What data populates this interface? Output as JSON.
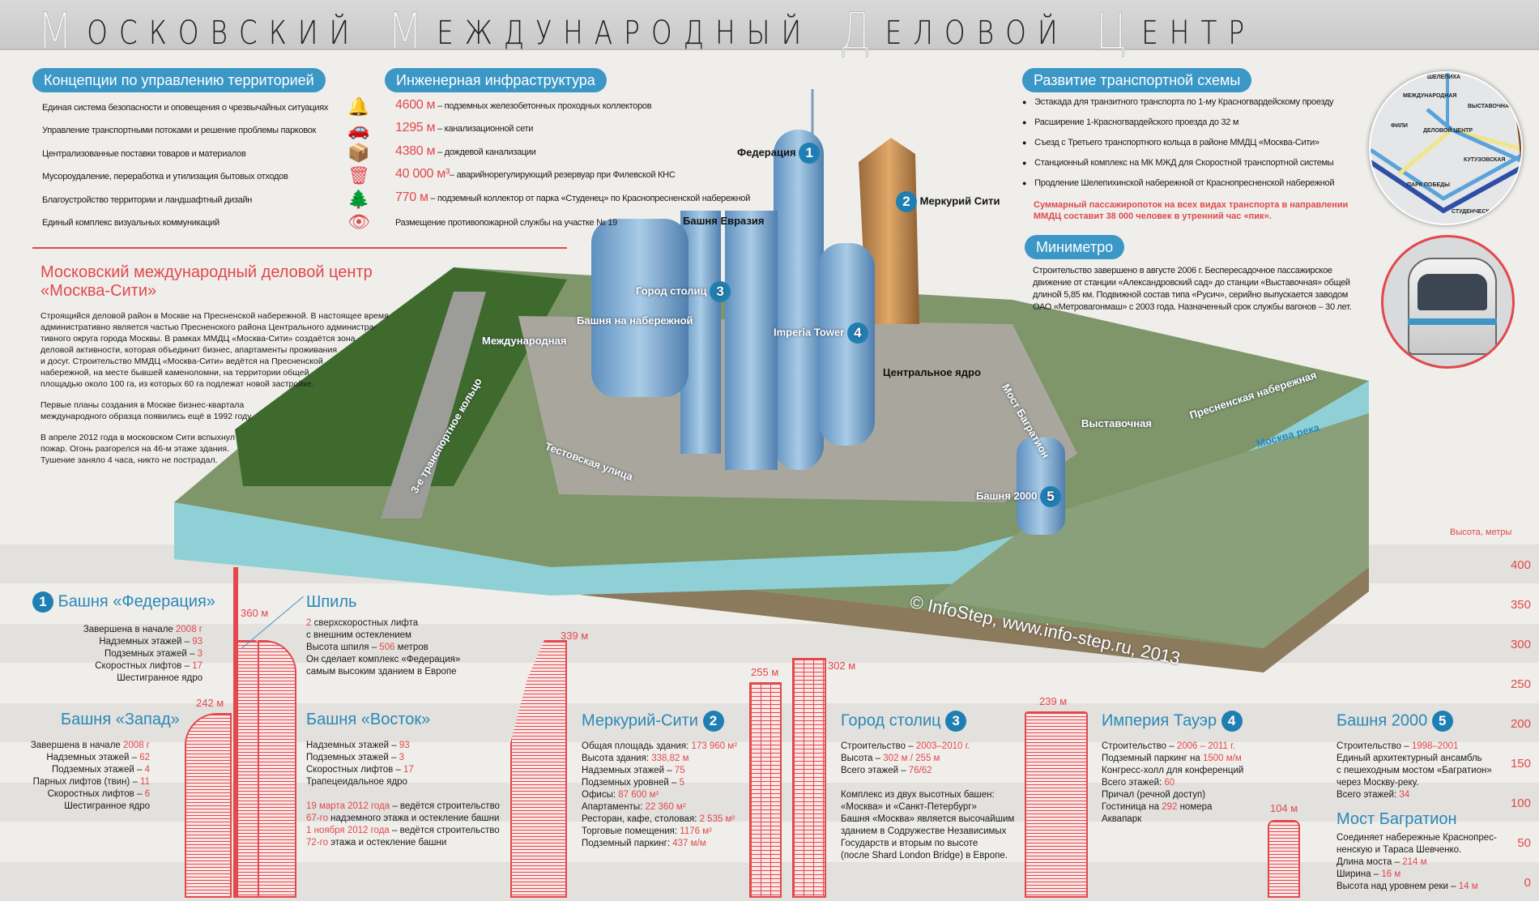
{
  "header": {
    "title_words": [
      {
        "cap": "М",
        "rest": "осковский"
      },
      {
        "cap": "М",
        "rest": "еждународный"
      },
      {
        "cap": "Д",
        "rest": "еловой"
      },
      {
        "cap": "Ц",
        "rest": "ентр"
      }
    ]
  },
  "concepts": {
    "title": "Концепции по управлению территорией",
    "items": [
      {
        "text": "Единая система безопасности и оповещения о чрезвычайных ситуациях",
        "icon": "alarm-bell-icon",
        "glyph": "🔔"
      },
      {
        "text": "Управление транспортными потоками и решение проблемы парковок",
        "icon": "car-icon",
        "glyph": "🚗"
      },
      {
        "text": "Централизованные поставки товаров и материалов",
        "icon": "box-delivery-icon",
        "glyph": "📦"
      },
      {
        "text": "Мусороудаление, переработка и утилизация бытовых отходов",
        "icon": "trash-bin-icon",
        "glyph": "🗑"
      },
      {
        "text": "Благоустройство территории и ландшафтный дизайн",
        "icon": "trees-icon",
        "glyph": "🌲"
      },
      {
        "text": "Единый комплекс визуальных коммуникаций",
        "icon": "eye-icon",
        "glyph": "👁"
      }
    ]
  },
  "infra": {
    "title": "Инженерная инфраструктура",
    "items": [
      {
        "value": "4600 м",
        "text": " – подземных железобетонных проходных коллекторов"
      },
      {
        "value": "1295 м",
        "text": " – канализационной сети"
      },
      {
        "value": "4380 м",
        "text": " – дождевой канализации"
      },
      {
        "value": "40 000 м³",
        "text": "– аварийнорегулирующий резервуар при Филевской КНС"
      },
      {
        "value": "770 м",
        "text": " – подземный коллектор от парка «Студенец» по Краснопресненской набережной"
      }
    ],
    "note": "Размещение противопожарной службы на участке № 19"
  },
  "transport": {
    "title": "Развитие транспортной схемы",
    "items": [
      "Эстакада для транзитного транспорта по 1-му Красногвардейскому проезду",
      "Расширение 1-Красногвардейского проезда до 32 м",
      "Съезд с Третьего транспортного кольца в районе ММДЦ «Москва-Сити»",
      "Станционный комплекс на МК МЖД для Скоростной транспортной системы",
      "Продление Шелепихинской набережной от Краснопресненской набережной"
    ],
    "note": [
      "Суммарный пассажиропоток на всех видах транспорта в направлении",
      "ММДЦ составит 38 000 человек в утренний час «пик»."
    ]
  },
  "metro_map": {
    "stations": [
      "ШЕЛЕПИХА",
      "МЕЖДУНАРОДНАЯ",
      "ВЫСТАВОЧНАЯ",
      "ФИЛИ",
      "ДЕЛОВОЙ ЦЕНТР",
      "КУТУЗОВСКАЯ",
      "ПАРК ПОБЕДЫ",
      "СТУДЕНЧЕСКАЯ"
    ]
  },
  "minimetro": {
    "title": "Миниметро",
    "lines": [
      "Строительство завершено в августе 2006 г. Беспересадочное пассажирское",
      "движение от станции «Александровский сад» до станции «Выставочная» общей",
      "длиной 5,85 км. Подвижной состав типа «Русич», серийно выпускается заводом",
      "ОАО «Метровагонмаш» с 2003 года. Назначенный срок службы вагонов – 30 лет."
    ]
  },
  "intro": {
    "title": [
      "Московский международный деловой центр",
      "«Москва-Сити»"
    ],
    "p1": [
      "Строящийся деловой район в Москве на Пресненской набережной. В настоящее время",
      "административно является частью Пресненского района Центрального администра-",
      "тивного округа города Москвы. В рамках ММДЦ «Москва-Сити» создаётся зона",
      "деловой активности, которая объединит бизнес, апартаменты проживания",
      "и досуг. Строительство ММДЦ «Москва-Сити» ведётся на Пресненской",
      "набережной, на месте бывшей каменоломни, на территории общей",
      "площадью около 100 га, из которых 60 га подлежат новой застройке."
    ],
    "p2": [
      "Первые планы создания в Москве бизнес-квартала",
      "международного образца появились ещё в 1992 году."
    ],
    "p3": [
      "В апреле 2012 года в московском Сити вспыхнул",
      "пожар. Огонь разгорелся на 46-м этаже здания.",
      "Тушение заняло 4 часа, никто не пострадал."
    ]
  },
  "map_labels": {
    "federation": "Федерация",
    "mercury": "Меркурий Сити",
    "eurasia": "Башня Евразия",
    "capitals": "Город столиц",
    "embankment": "Башня на набережной",
    "imperia": "Imperia Tower",
    "core": "Центральное ядро",
    "mezhdunarodnaya": "Международная",
    "ring": "3-е транспортное кольцо",
    "testovskaya": "Тестовская улица",
    "bagration": "Мост Багратион",
    "tower2000": "Башня 2000",
    "vystavochnaya": "Выставочная",
    "presnenskaya": "Пресненская набережная",
    "river": "Москва река",
    "copyright": "© InfoStep, www.info-step.ru, 2013"
  },
  "badges": [
    "1",
    "2",
    "3",
    "4",
    "5"
  ],
  "heights": {
    "axis_title": "Высота, метры",
    "ticks": [
      "400",
      "350",
      "300",
      "250",
      "200",
      "150",
      "100",
      "50",
      "0"
    ],
    "federation": "360 м",
    "zapad": "242 м",
    "mercury": "339 м",
    "capitals_a": "255 м",
    "capitals_b": "302 м",
    "imperia": "239 м",
    "t2000": "104 м"
  },
  "federation": {
    "title": "Башня «Федерация»",
    "lines": [
      [
        "Завершена в начале ",
        {
          "hl": "2008 г"
        }
      ],
      [
        "Надземных этажей – ",
        {
          "hl": "93"
        }
      ],
      [
        "Подземных этажей – ",
        {
          "hl": "3"
        }
      ],
      [
        "Скоростных лифтов – ",
        {
          "hl": "17"
        }
      ],
      [
        "Шестигранное ядро"
      ]
    ]
  },
  "spire": {
    "title": "Шпиль",
    "lines": [
      [
        {
          "hl": "2"
        },
        " сверхскоростных лифта"
      ],
      [
        "с внешним остеклением"
      ],
      [
        "Высота шпиля – ",
        {
          "hl": "506"
        },
        " метров"
      ],
      [
        "Он сделает комплекс «Федерация»"
      ],
      [
        "самым высоким зданием в Европе"
      ]
    ]
  },
  "zapad": {
    "title": "Башня «Запад»",
    "lines": [
      [
        "Завершена в начале ",
        {
          "hl": "2008 г"
        }
      ],
      [
        "Надземных этажей – ",
        {
          "hl": "62"
        }
      ],
      [
        "Подземных этажей – ",
        {
          "hl": "4"
        }
      ],
      [
        "Парных лифтов (твин) – ",
        {
          "hl": "11"
        }
      ],
      [
        "Скоростных лифтов – ",
        {
          "hl": "6"
        }
      ],
      [
        "Шестигранное ядро"
      ]
    ]
  },
  "vostok": {
    "title": "Башня «Восток»",
    "lines": [
      [
        "Надземных этажей – ",
        {
          "hl": "93"
        }
      ],
      [
        "Подземных этажей – ",
        {
          "hl": "3"
        }
      ],
      [
        "Скоростных лифтов – ",
        {
          "hl": "17"
        }
      ],
      [
        "Трапецеидальное ядро"
      ],
      [
        ""
      ],
      [
        {
          "hl": "19 марта 2012 года"
        },
        " – ведётся строительство"
      ],
      [
        {
          "hl": "67-го"
        },
        " надземного этажа и остекление башни"
      ],
      [
        {
          "hl": "1 ноября 2012 года"
        },
        " – ведётся строительство"
      ],
      [
        {
          "hl": "72-го"
        },
        " этажа и остекление башни"
      ]
    ]
  },
  "mercury": {
    "title": "Меркурий-Сити",
    "lines": [
      [
        "Общая площадь здания: ",
        {
          "hl": "173 960 м²"
        }
      ],
      [
        "Высота здания: ",
        {
          "hl": "338,82 м"
        }
      ],
      [
        "Надземных этажей – ",
        {
          "hl": "75"
        }
      ],
      [
        "Подземных уровней – ",
        {
          "hl": "5"
        }
      ],
      [
        "Офисы: ",
        {
          "hl": "87 600 м²"
        }
      ],
      [
        "Апартаменты: ",
        {
          "hl": "22 360 м²"
        }
      ],
      [
        "Ресторан, кафе, столовая: ",
        {
          "hl": "2 535 м²"
        }
      ],
      [
        "Торговые помещения: ",
        {
          "hl": "1176 м²"
        }
      ],
      [
        "Подземный паркинг: ",
        {
          "hl": "437 м/м"
        }
      ]
    ]
  },
  "capitals": {
    "title": "Город столиц",
    "lines": [
      [
        "Строительство – ",
        {
          "hl": "2003–2010 г."
        }
      ],
      [
        "Высота – ",
        {
          "hl": "302 м / 255 м"
        }
      ],
      [
        "Всего этажей – ",
        {
          "hl": "76/62"
        }
      ],
      [
        ""
      ],
      [
        "Комплекс из двух высотных башен:"
      ],
      [
        "«Москва» и «Санкт-Петербург»"
      ],
      [
        "Башня «Москва» является высочайшим"
      ],
      [
        "зданием в Содружестве Независимых"
      ],
      [
        "Государств и вторым по высоте"
      ],
      [
        "(после Shard London Bridge) в Европе."
      ]
    ]
  },
  "imperia": {
    "title": "Империя Тауэр",
    "lines": [
      [
        "Строительство – ",
        {
          "hl": "2006 – 2011 г."
        }
      ],
      [
        "Подземный паркинг на ",
        {
          "hl": "1500 м/м"
        }
      ],
      [
        "Конгресс-холл для конференций"
      ],
      [
        "Всего этажей: ",
        {
          "hl": "60"
        }
      ],
      [
        "Причал (речной доступ)"
      ],
      [
        "Гостиница на ",
        {
          "hl": "292"
        },
        " номера"
      ],
      [
        "Аквапарк"
      ]
    ]
  },
  "t2000": {
    "title": "Башня 2000",
    "lines": [
      [
        "Строительство – ",
        {
          "hl": "1998–2001"
        }
      ],
      [
        "Единый архитектурный ансамбль"
      ],
      [
        "с пешеходным мостом «Багратион»"
      ],
      [
        "через Москву-реку."
      ],
      [
        "Всего этажей: ",
        {
          "hl": "34"
        }
      ]
    ]
  },
  "bridge": {
    "title": "Мост Багратион",
    "lines": [
      [
        "Соединяет набережные Краснопрес-"
      ],
      [
        "ненскую и Тараса Шевченко."
      ],
      [
        "Длина моста – ",
        {
          "hl": "214 м"
        }
      ],
      [
        "Ширина – ",
        {
          "hl": "16 м"
        }
      ],
      [
        "Высота над уровнем реки – ",
        {
          "hl": "14 м"
        }
      ]
    ]
  }
}
